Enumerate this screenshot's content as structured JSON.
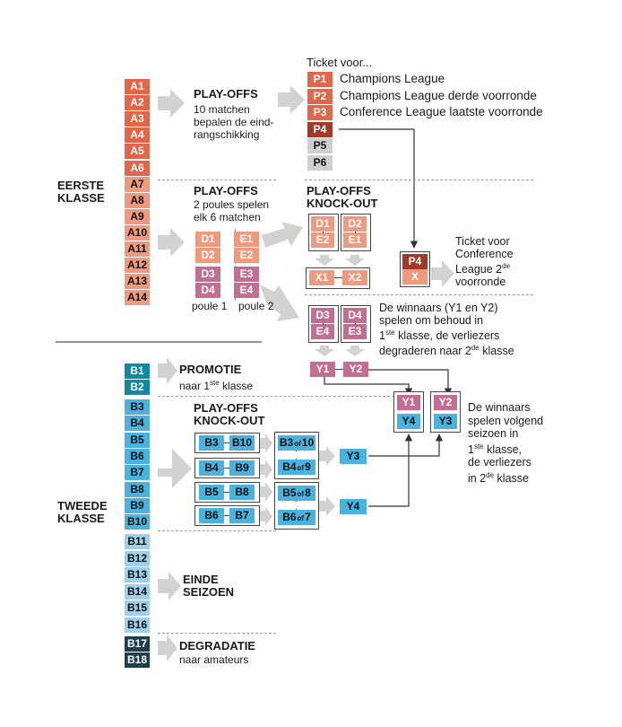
{
  "colors": {
    "a_top": "#e2664a",
    "a_bottom": "#ef9a7f",
    "p_gray": "#cfcfcf",
    "p4_dark": "#a23a28",
    "poule_pink": "#c36d92",
    "b_promo": "#0e8aa4",
    "b_blue": "#48b3df",
    "b_light": "#9ed0ec",
    "b_degr": "#1c3f50",
    "arrow": "#d0d0d0"
  },
  "first": {
    "label": [
      "EERSTE",
      "KLASSE"
    ],
    "teams": [
      "A1",
      "A2",
      "A3",
      "A4",
      "A5",
      "A6",
      "A7",
      "A8",
      "A9",
      "A10",
      "A11",
      "A12",
      "A13",
      "A14"
    ],
    "playoffs_top": {
      "title": "PLAY-OFFS",
      "lines": [
        "10 matchen",
        "bepalen de eind-",
        "rangschikking"
      ]
    },
    "ticket": {
      "title": "Ticket voor...",
      "items": [
        {
          "code": "P1",
          "text": "Champions League"
        },
        {
          "code": "P2",
          "text": "Champions League derde voorronde"
        },
        {
          "code": "P3",
          "text": "Conference League laatste voorronde"
        },
        {
          "code": "P4",
          "text": ""
        },
        {
          "code": "P5",
          "text": ""
        },
        {
          "code": "P6",
          "text": ""
        }
      ]
    },
    "playoffs_mid": {
      "title": "PLAY-OFFS",
      "lines": [
        "2 poules spelen",
        "elk 6 matchen"
      ]
    },
    "poules": {
      "d": [
        "D1",
        "D2",
        "D3",
        "D4"
      ],
      "e": [
        "E1",
        "E2",
        "E3",
        "E4"
      ],
      "label1": "poule 1",
      "label2": "poule 2"
    },
    "knockout": {
      "title": [
        "PLAY-OFFS",
        "KNOCK-OUT"
      ],
      "pair1": [
        "D1",
        "E2"
      ],
      "pair2": [
        "D2",
        "E1"
      ],
      "x": [
        "X1",
        "X2"
      ],
      "pair3": [
        "D3",
        "E4"
      ],
      "pair4": [
        "D4",
        "E3"
      ],
      "y": [
        "Y1",
        "Y2"
      ]
    },
    "final": {
      "p4": "P4",
      "x": "X",
      "text": [
        "Ticket voor",
        "Conference",
        "League 2",
        "voorronde"
      ],
      "sup": "de"
    },
    "relegation_text": {
      "l1": "De winnaars (Y1 en Y2)",
      "l2": "spelen om behoud in",
      "l3a": "1",
      "l3sup": "ste",
      "l3b": " klasse, de verliezers",
      "l4a": "degraderen naar 2",
      "l4sup": "de",
      "l4b": " klasse"
    }
  },
  "second": {
    "label": [
      "TWEEDE",
      "KLASSE"
    ],
    "teams": [
      "B1",
      "B2",
      "B3",
      "B4",
      "B5",
      "B6",
      "B7",
      "B8",
      "B9",
      "B10",
      "B11",
      "B12",
      "B13",
      "B14",
      "B15",
      "B16",
      "B17",
      "B18"
    ],
    "promotie": {
      "title": "PROMOTIE",
      "sub_a": "naar 1",
      "sub_sup": "ste",
      "sub_b": " klasse"
    },
    "knockout_title": [
      "PLAY-OFFS",
      "KNOCK-OUT"
    ],
    "matches": [
      [
        "B3",
        "B10"
      ],
      [
        "B4",
        "B9"
      ],
      [
        "B5",
        "B8"
      ],
      [
        "B6",
        "B7"
      ]
    ],
    "semis": [
      {
        "a": "B3",
        "of": "of",
        "b": "10"
      },
      {
        "a": "B4",
        "of": "of",
        "b": "9"
      },
      {
        "a": "B5",
        "of": "of",
        "b": "8"
      },
      {
        "a": "B6",
        "of": "of",
        "b": "7"
      }
    ],
    "y": [
      "Y3",
      "Y4"
    ],
    "finals": [
      [
        "Y1",
        "Y4"
      ],
      [
        "Y2",
        "Y3"
      ]
    ],
    "finals_text": {
      "l1": "De winnaars",
      "l2": "spelen volgend",
      "l3": "seizoen in",
      "l4a": "1",
      "l4sup": "ste",
      "l4b": " klasse,",
      "l5": "de verliezers",
      "l6a": "in 2",
      "l6sup": "de",
      "l6b": " klasse"
    },
    "einde": [
      "EINDE",
      "SEIZOEN"
    ],
    "degradatie": {
      "title": "DEGRADATIE",
      "sub": "naar amateurs"
    }
  }
}
